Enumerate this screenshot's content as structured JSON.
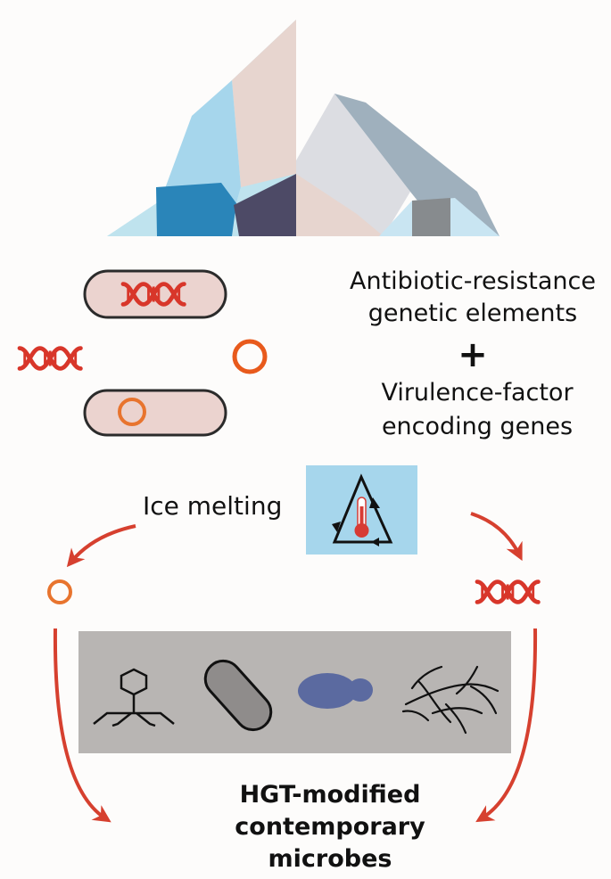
{
  "labels": {
    "antibiotic_line1": "Antibiotic-resistance",
    "antibiotic_line2": "genetic elements",
    "plus": "+",
    "virulence_line1": "Virulence-factor",
    "virulence_line2": "encoding genes",
    "ice_melting": "Ice melting",
    "hgt_line1": "HGT-modified",
    "hgt_line2": "contemporary microbes"
  },
  "colors": {
    "dna_red": "#d8362a",
    "plasmid_orange": "#e8742e",
    "arrow_red": "#d6402f",
    "cell_fill": "#ebd3cf",
    "microbe_panel": "#b8b5b3",
    "yeast_blue": "#5b6aa0",
    "climate_icon_bg": "#a6d6ec",
    "thermometer_red": "#d73b34"
  },
  "icons": [
    "iceberg",
    "bacterium-with-dna",
    "dna-helix-icon",
    "plasmid-icon",
    "bacterium-with-plasmid",
    "climate-cycle-icon",
    "bacteriophage-icon",
    "bacillus-icon",
    "yeast-icon",
    "fungal-hyphae-icon"
  ]
}
